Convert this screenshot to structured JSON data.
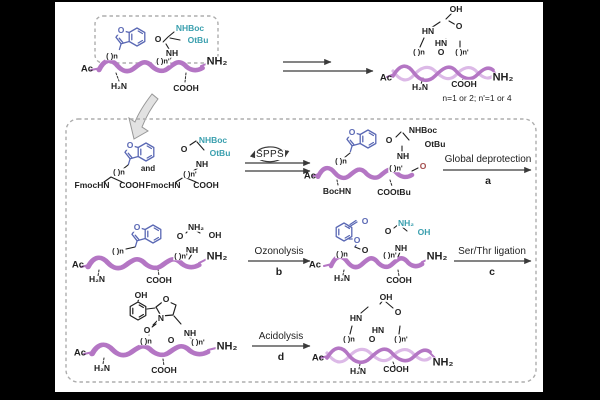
{
  "figure": {
    "type": "reaction-scheme",
    "caption_repeat_units": "n=1 or 2; n'=1 or 4",
    "conjunction": "and",
    "spps_label": "SPPS",
    "steps": {
      "a": {
        "label": "Global deprotection",
        "letter": "a"
      },
      "b": {
        "label": "Ozonolysis",
        "letter": "b"
      },
      "c": {
        "label": "Ser/Thr ligation",
        "letter": "c"
      },
      "d": {
        "label": "Acidolysis",
        "letter": "d"
      }
    },
    "labels": {
      "ac": "Ac",
      "nh2": "NH₂",
      "h2n": "H₂N",
      "cooh": "COOH",
      "oh": "OH",
      "nh": "NH",
      "hn": "HN",
      "o": "O",
      "nhboc": "NHBoc",
      "otbu": "OtBu",
      "fmochn": "FmocHN",
      "bochn": "BocHN",
      "cootbu": "COOtBu",
      "n_repeat": "( )n",
      "n_prime_repeat": "( )n'"
    },
    "colors": {
      "backbone_purple": "#b476c4",
      "backbone_light": "#dcb9e7",
      "aryl_blue": "#5a68b4",
      "protecting_teal": "#3a9fae",
      "resin_red": "#a34d4d",
      "ink": "#1f1f1f",
      "background": "#000000",
      "panel": "#ffffff"
    }
  }
}
